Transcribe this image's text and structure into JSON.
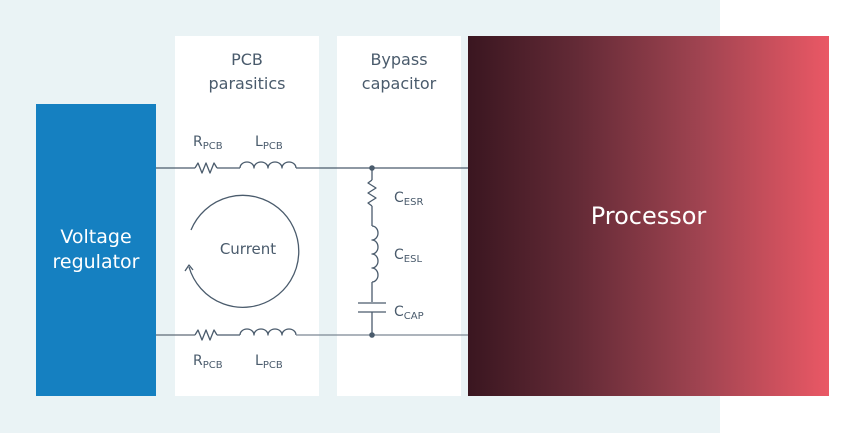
{
  "colors": {
    "background_panel": "#eaf3f5",
    "voltage_regulator": "#1580c1",
    "processor_gradient_start": "#3a1620",
    "processor_gradient_end": "#ea5865",
    "wire": "#4a5b6c",
    "text": "#4a5b6c"
  },
  "columns": {
    "pcb": {
      "title_line1": "PCB",
      "title_line2": "parasitics"
    },
    "bypass": {
      "title_line1": "Bypass",
      "title_line2": "capacitor"
    }
  },
  "blocks": {
    "voltage_regulator": {
      "line1": "Voltage",
      "line2": "regulator"
    },
    "processor": {
      "label": "Processor"
    }
  },
  "components": {
    "top_resistor": {
      "main": "R",
      "sub": "PCB"
    },
    "top_inductor": {
      "main": "L",
      "sub": "PCB"
    },
    "bottom_resistor": {
      "main": "R",
      "sub": "PCB"
    },
    "bottom_inductor": {
      "main": "L",
      "sub": "PCB"
    },
    "cap_esr": {
      "main": "C",
      "sub": "ESR"
    },
    "cap_esl": {
      "main": "C",
      "sub": "ESL"
    },
    "cap_cap": {
      "main": "C",
      "sub": "CAP"
    }
  },
  "current_loop": {
    "label": "Current",
    "direction": "counterclockwise"
  }
}
